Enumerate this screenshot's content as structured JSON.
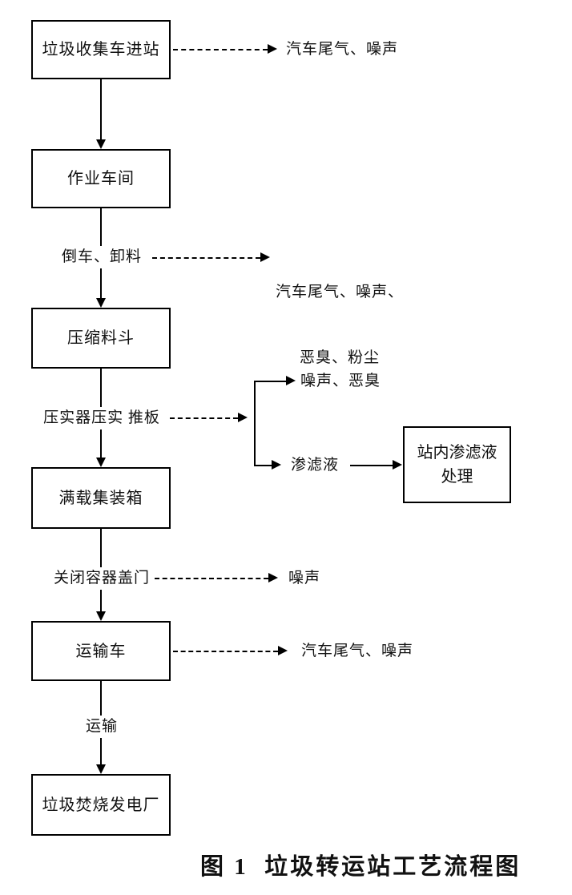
{
  "diagram": {
    "caption": "图 1  垃圾转运站工艺流程图",
    "nodes": [
      {
        "id": "garbage-truck-entry",
        "label": "垃圾收集车进站"
      },
      {
        "id": "operation-workshop",
        "label": "作业车间"
      },
      {
        "id": "compression-hopper",
        "label": "压缩料斗"
      },
      {
        "id": "full-container",
        "label": "满载集装箱"
      },
      {
        "id": "transport-vehicle",
        "label": "运输车"
      },
      {
        "id": "incineration-plant",
        "label": "垃圾焚烧发电厂"
      },
      {
        "id": "leachate-treatment",
        "label": "站内渗滤液处理"
      }
    ],
    "steps": [
      {
        "id": "reverse-unload",
        "label": "倒车、卸料"
      },
      {
        "id": "compact-push",
        "label": "压实器压实 推板"
      },
      {
        "id": "close-lid",
        "label": "关闭容器盖门"
      },
      {
        "id": "transport",
        "label": "运输"
      }
    ],
    "emissions": [
      {
        "from": "垃圾收集车进站",
        "label": "汽车尾气、噪声"
      },
      {
        "from": "倒车、卸料",
        "label_line1": "汽车尾气、噪声、",
        "label_line2": "恶臭、粉尘"
      },
      {
        "from": "压实器压实 推板",
        "branch1": "噪声、恶臭",
        "branch2": "渗滤液"
      },
      {
        "from": "关闭容器盖门",
        "label": "噪声"
      },
      {
        "from": "运输车",
        "label": "汽车尾气、噪声"
      }
    ],
    "colors": {
      "line": "#000000",
      "text": "#111111",
      "background": "#ffffff"
    }
  }
}
